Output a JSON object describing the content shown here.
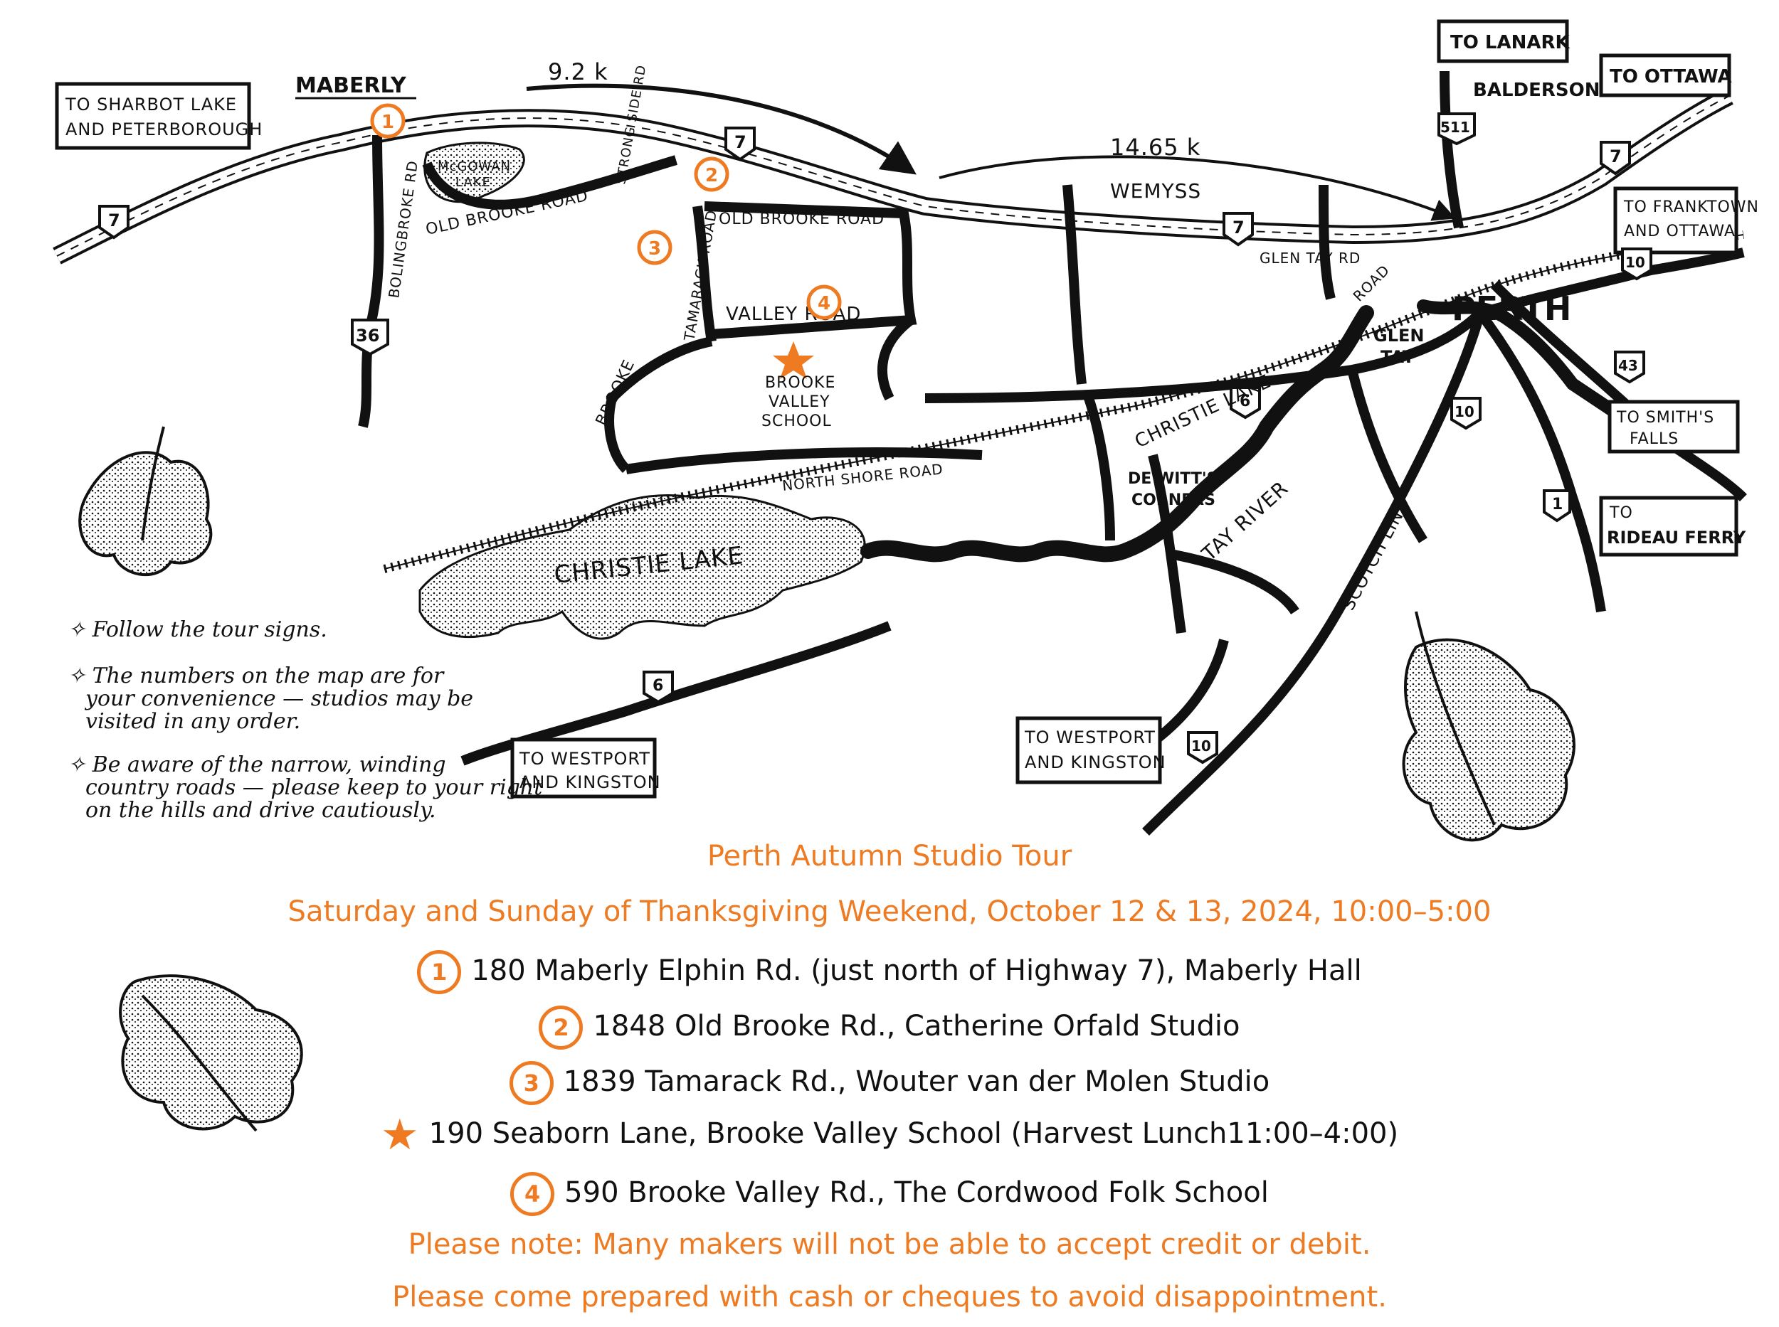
{
  "colors": {
    "accent": "#ee7b22",
    "ink": "#111111"
  },
  "map": {
    "town_labels": {
      "maberly": "MABERLY",
      "perth": "PERTH",
      "wemyss": "WEMYSS",
      "balderson": "BALDERSON",
      "glen_tay": "GLEN TAY",
      "dewitts_corners": "DE WITT'S CORNERS"
    },
    "direction_boxes": {
      "sharbot": "TO SHARBOT LAKE AND PETERBOROUGH",
      "lanark": "TO LANARK",
      "ottawa": "TO OTTAWA",
      "franktown": "TO FRANKTOWN AND OTTAWA",
      "smiths_falls": "TO SMITH'S FALLS",
      "rideau_ferry": "TO RIDEAU FERRY",
      "westport_right": "TO WESTPORT AND KINGSTON",
      "westport_left": "TO WESTPORT AND KINGSTON"
    },
    "distances": {
      "d1": "9.2 k",
      "d2": "14.65 k"
    },
    "road_labels": {
      "old_brooke_road_1": "OLD BROOKE ROAD",
      "old_brooke_road_2": "OLD BROOKE ROAD",
      "bolingbroke": "BOLINGBROKE RD",
      "strong_side_rd": "STRONG SIDE RD",
      "tamarack": "TAMARACK ROAD",
      "valley_road": "VALLEY ROAD",
      "brooke": "BROOKE",
      "north_shore": "NORTH SHORE ROAD",
      "christie_lake_road": "CHRISTIE LAKE",
      "glen_tay_rd": "GLEN TAY RD",
      "road": "ROAD",
      "scotch_line": "SCOTCH LINE",
      "tay_river": "TAY RIVER"
    },
    "lake_labels": {
      "mcgowan": "McGOWAN LAKE",
      "christie": "CHRISTIE LAKE"
    },
    "highway_shields": [
      "7",
      "7",
      "7",
      "7",
      "36",
      "511",
      "10",
      "10",
      "10",
      "43",
      "1",
      "6",
      "6"
    ],
    "markers": [
      "1",
      "2",
      "3",
      "4"
    ],
    "school": "BROOKE VALLEY SCHOOL",
    "notes": [
      "Follow the tour signs.",
      "The numbers on the map are for your convenience — studios may be visited in any order.",
      "Be aware of the narrow, winding country roads — please keep to your right on the hills and drive cautiously."
    ]
  },
  "info": {
    "title": "Perth Autumn Studio Tour",
    "dates": "Saturday and Sunday of Thanksgiving Weekend, October 12 & 13, 2024, 10:00–5:00",
    "stops": [
      {
        "marker": "1",
        "text": "180 Maberly Elphin Rd. (just north of Highway 7), Maberly Hall"
      },
      {
        "marker": "2",
        "text": "1848 Old Brooke Rd., Catherine Orfald Studio"
      },
      {
        "marker": "3",
        "text": "1839 Tamarack Rd., Wouter van der Molen Studio"
      },
      {
        "marker": "★",
        "text": "190 Seaborn Lane, Brooke Valley School (Harvest Lunch11:00–4:00)"
      },
      {
        "marker": "4",
        "text": "590 Brooke Valley Rd., The Cordwood Folk School"
      }
    ],
    "note1": "Please note: Many makers will not be able to accept credit or debit.",
    "note2": "Please come prepared with cash or cheques to avoid disappointment."
  }
}
